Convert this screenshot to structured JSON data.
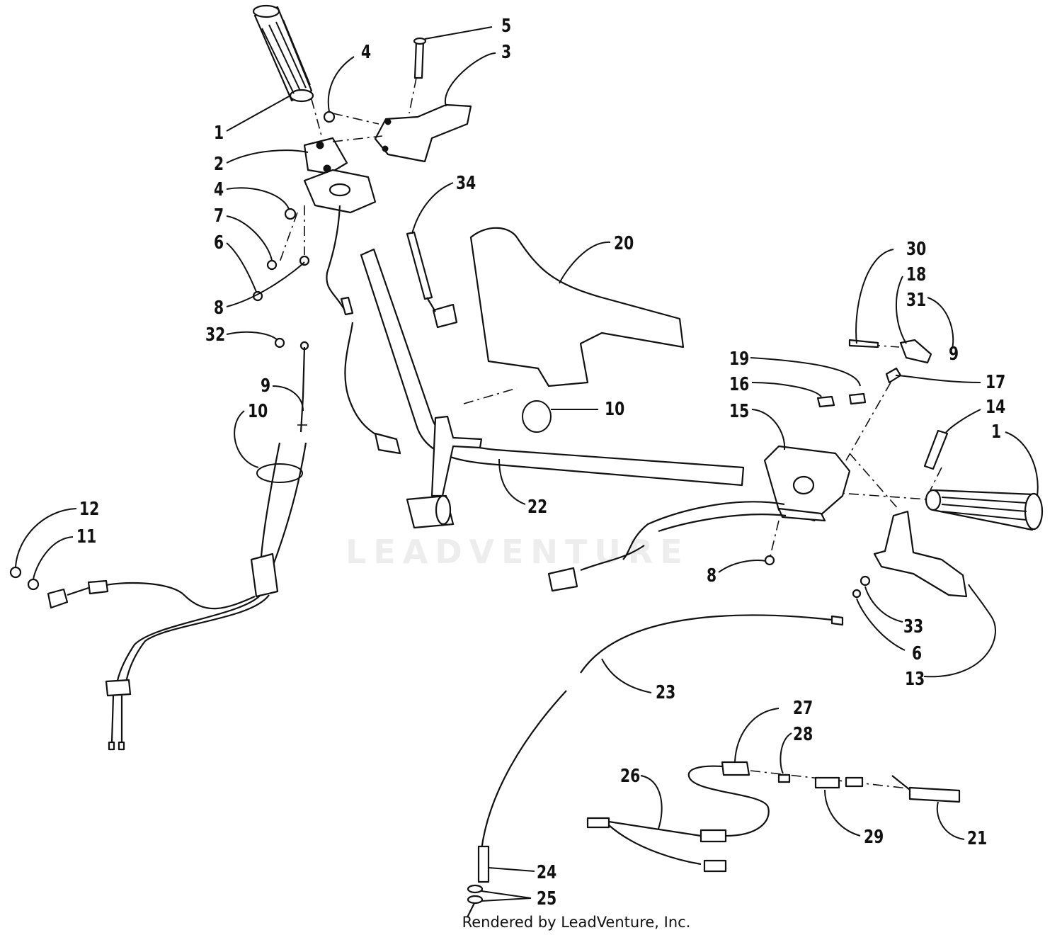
{
  "watermark": "LEADVENTURE",
  "credit": "Rendered by LeadVenture, Inc.",
  "callouts": [
    {
      "id": "c-1a",
      "label": "1"
    },
    {
      "id": "c-2",
      "label": "2"
    },
    {
      "id": "c-3",
      "label": "3"
    },
    {
      "id": "c-4a",
      "label": "4"
    },
    {
      "id": "c-4b",
      "label": "4"
    },
    {
      "id": "c-5",
      "label": "5"
    },
    {
      "id": "c-6a",
      "label": "6"
    },
    {
      "id": "c-7",
      "label": "7"
    },
    {
      "id": "c-8a",
      "label": "8"
    },
    {
      "id": "c-32",
      "label": "32"
    },
    {
      "id": "c-9a",
      "label": "9"
    },
    {
      "id": "c-10a",
      "label": "10"
    },
    {
      "id": "c-12",
      "label": "12"
    },
    {
      "id": "c-11",
      "label": "11"
    },
    {
      "id": "c-34",
      "label": "34"
    },
    {
      "id": "c-20",
      "label": "20"
    },
    {
      "id": "c-10b",
      "label": "10"
    },
    {
      "id": "c-22",
      "label": "22"
    },
    {
      "id": "c-30",
      "label": "30"
    },
    {
      "id": "c-18",
      "label": "18"
    },
    {
      "id": "c-31",
      "label": "31"
    },
    {
      "id": "c-9b",
      "label": "9"
    },
    {
      "id": "c-19",
      "label": "19"
    },
    {
      "id": "c-16",
      "label": "16"
    },
    {
      "id": "c-15",
      "label": "15"
    },
    {
      "id": "c-17",
      "label": "17"
    },
    {
      "id": "c-14",
      "label": "14"
    },
    {
      "id": "c-1b",
      "label": "1"
    },
    {
      "id": "c-8b",
      "label": "8"
    },
    {
      "id": "c-33",
      "label": "33"
    },
    {
      "id": "c-6b",
      "label": "6"
    },
    {
      "id": "c-13",
      "label": "13"
    },
    {
      "id": "c-23",
      "label": "23"
    },
    {
      "id": "c-27",
      "label": "27"
    },
    {
      "id": "c-28",
      "label": "28"
    },
    {
      "id": "c-26",
      "label": "26"
    },
    {
      "id": "c-29",
      "label": "29"
    },
    {
      "id": "c-21",
      "label": "21"
    },
    {
      "id": "c-24",
      "label": "24"
    },
    {
      "id": "c-25",
      "label": "25"
    }
  ]
}
